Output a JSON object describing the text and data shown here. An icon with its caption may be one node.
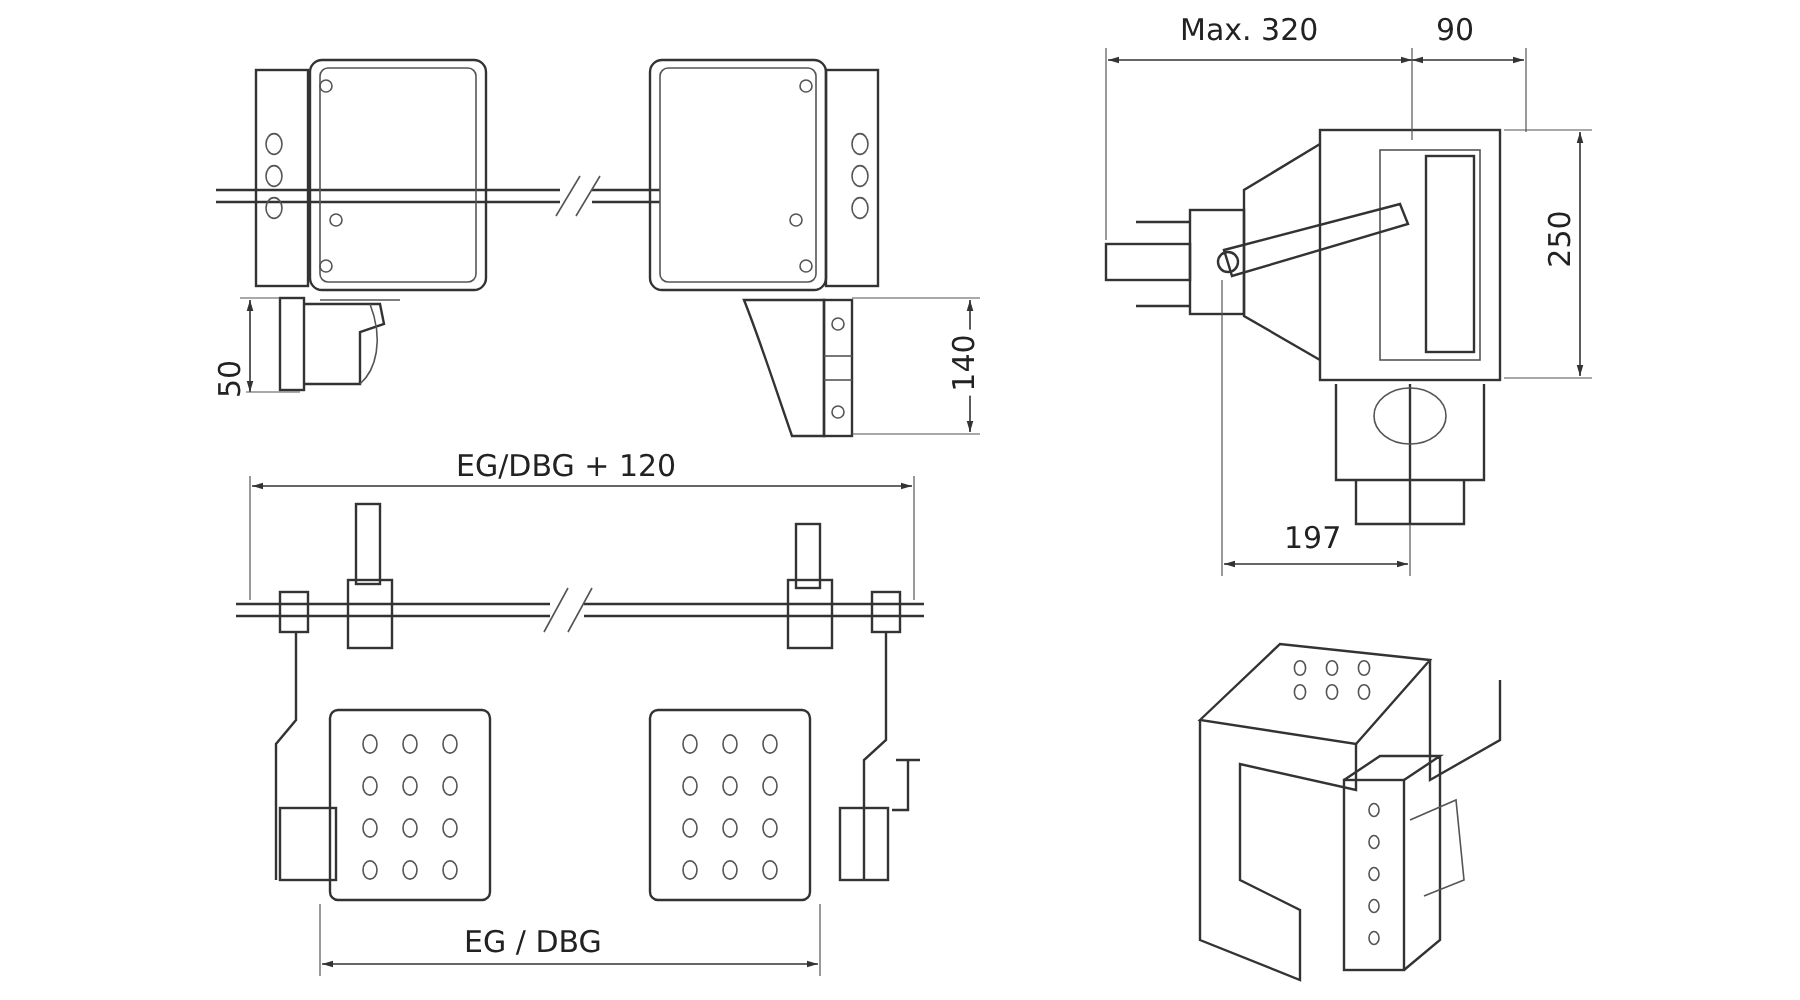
{
  "diagram": {
    "labels": [
      "Max. 320",
      "90",
      "250",
      "50",
      "140",
      "EG/DBG + 120",
      "197",
      "EG / DBG"
    ]
  }
}
